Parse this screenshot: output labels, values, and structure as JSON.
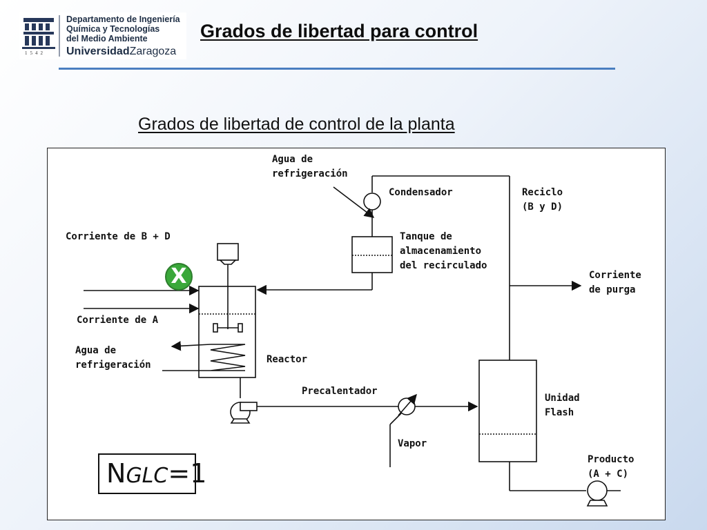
{
  "header": {
    "department_line1": "Departamento de Ingeniería",
    "department_line2": "Química y Tecnologías",
    "department_line3": "del Medio Ambiente",
    "university_bold": "Universidad",
    "university_rest": "Zaragoza",
    "seal_year": "1542",
    "title": "Grados de libertad para control"
  },
  "subtitle": "Grados de libertad de control de la planta",
  "diagram": {
    "labels": {
      "agua_refrig_top_1": "Agua de",
      "agua_refrig_top_2": "refrigeración",
      "condensador": "Condensador",
      "reciclo_1": "Reciclo",
      "reciclo_2": "(B y D)",
      "corriente_bd": "Corriente  de B + D",
      "tanque_1": "Tanque de",
      "tanque_2": "almacenamiento",
      "tanque_3": "del recirculado",
      "purga_1": "Corriente",
      "purga_2": "de purga",
      "corriente_a": "Corriente  de A",
      "agua_refrig_reactor_1": "Agua de",
      "agua_refrig_reactor_2": "refrigeración",
      "reactor": "Reactor",
      "precalentador": "Precalentador",
      "flash_1": "Unidad",
      "flash_2": "Flash",
      "vapor": "Vapor",
      "producto_1": "Producto",
      "producto_2": "(A + C)"
    },
    "nglc": {
      "n": "N",
      "sub": "GLC",
      "value": "=1"
    },
    "marker_symbol": "X",
    "marker_color": "#3aa83a"
  }
}
